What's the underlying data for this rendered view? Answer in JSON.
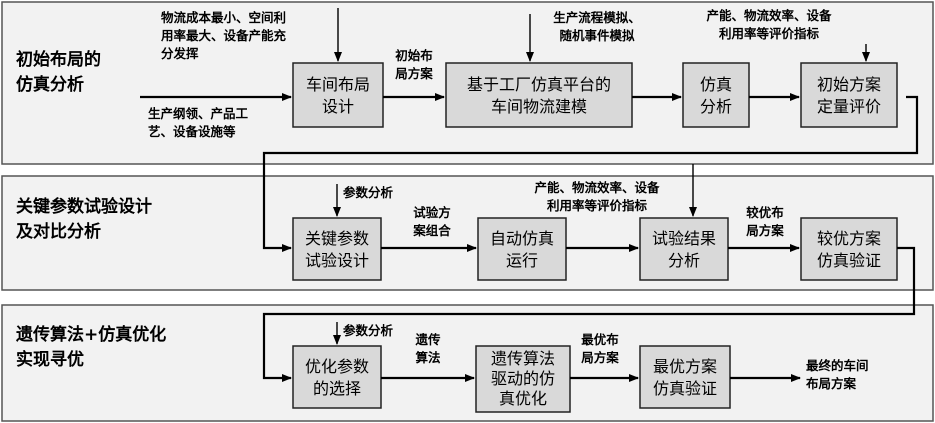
{
  "stages": [
    {
      "title_lines": [
        "初始布局的",
        "仿真分析"
      ]
    },
    {
      "title_lines": [
        "关键参数试验设计",
        "及对比分析"
      ]
    },
    {
      "title_lines": [
        "遗传算法+仿真优化",
        "实现寻优"
      ]
    }
  ],
  "boxes": {
    "s1_layout_design": [
      "车间布局",
      "设计"
    ],
    "s1_modeling": [
      "基于工厂仿真平台的",
      "车间物流建模"
    ],
    "s1_sim_analysis": [
      "仿真",
      "分析"
    ],
    "s1_eval": [
      "初始方案",
      "定量评价"
    ],
    "s2_param_design": [
      "关键参数",
      "试验设计"
    ],
    "s2_auto_run": [
      "自动仿真",
      "运行"
    ],
    "s2_result_analysis": [
      "试验结果",
      "分析"
    ],
    "s2_verify": [
      "较优方案",
      "仿真验证"
    ],
    "s3_param_select": [
      "优化参数",
      "的选择"
    ],
    "s3_ga_driven": [
      "遗传算法",
      "驱动的仿",
      "真优化"
    ],
    "s3_verify": [
      "最优方案",
      "仿真验证"
    ]
  },
  "notes": {
    "objectives": [
      "物流成本最小、空间利",
      "用率最大、设备产能充",
      "分发挥"
    ],
    "inputs": [
      "生产纲领、产品工",
      "艺、设备设施等"
    ],
    "initial_layout": [
      "初始布",
      "局方案"
    ],
    "process_sim": [
      "生产流程模拟、",
      "随机事件模拟"
    ],
    "metrics_1": [
      "产能、物流效率、设备",
      "利用率等评价指标"
    ],
    "param_analysis_1": [
      "参数分析"
    ],
    "test_combination": [
      "试验方",
      "案组合"
    ],
    "metrics_2": [
      "产能、物流效率、设备",
      "利用率等评价指标"
    ],
    "better_layout": [
      "较优布",
      "局方案"
    ],
    "param_analysis_2": [
      "参数分析"
    ],
    "ga": [
      "遗传",
      "算法"
    ],
    "best_layout": [
      "最优布",
      "局方案"
    ],
    "final_layout": [
      "最终的车间",
      "布局方案"
    ]
  }
}
